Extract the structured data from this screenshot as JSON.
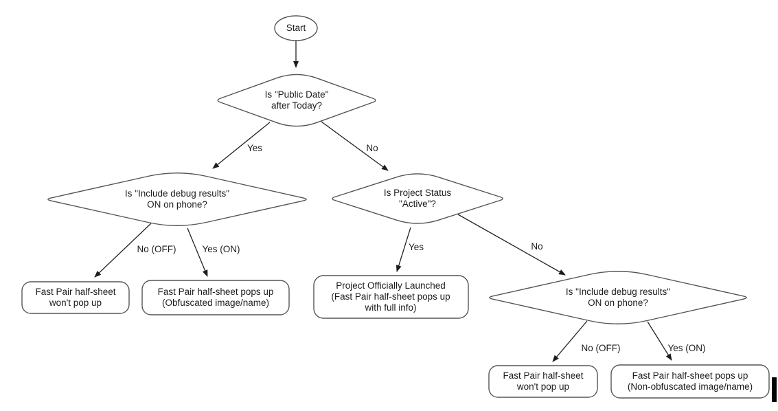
{
  "diagram": {
    "title_semantic": "Fast Pair half-sheet decision flowchart",
    "colors": {
      "background": "#ffffff",
      "shape_stroke": "#555555",
      "edge_stroke": "#222222",
      "text": "#1c1c1c",
      "cursor_bar": "#000000"
    },
    "nodes": {
      "start": {
        "type": "ellipse",
        "label": "Start"
      },
      "public_date": {
        "type": "decision",
        "lines": [
          "Is \"Public Date\"",
          "after Today?"
        ]
      },
      "debug_left": {
        "type": "decision",
        "lines": [
          "Is \"Include debug results\"",
          "ON on phone?"
        ]
      },
      "project_status": {
        "type": "decision",
        "lines": [
          "Is Project Status",
          "\"Active\"?"
        ]
      },
      "debug_right": {
        "type": "decision",
        "lines": [
          "Is \"Include debug results\"",
          "ON on phone?"
        ]
      },
      "no_popup_left": {
        "type": "terminal",
        "lines": [
          "Fast Pair half-sheet",
          "won't pop up"
        ]
      },
      "obfuscated": {
        "type": "terminal",
        "lines": [
          "Fast Pair half-sheet pops up",
          "(Obfuscated image/name)"
        ]
      },
      "launched": {
        "type": "terminal",
        "lines": [
          "Project Officially Launched",
          "(Fast Pair half-sheet pops up",
          "with full info)"
        ]
      },
      "no_popup_right": {
        "type": "terminal",
        "lines": [
          "Fast Pair half-sheet",
          "won't pop up"
        ]
      },
      "non_obfuscated": {
        "type": "terminal",
        "lines": [
          "Fast Pair half-sheet pops up",
          "(Non-obfuscated image/name)"
        ]
      }
    },
    "edge_labels": {
      "yes_left": "Yes",
      "no_right": "No",
      "no_off_left": "No (OFF)",
      "yes_on_left": "Yes (ON)",
      "yes_mid": "Yes",
      "no_mid": "No",
      "no_off_right": "No (OFF)",
      "yes_on_right": "Yes (ON)"
    }
  }
}
